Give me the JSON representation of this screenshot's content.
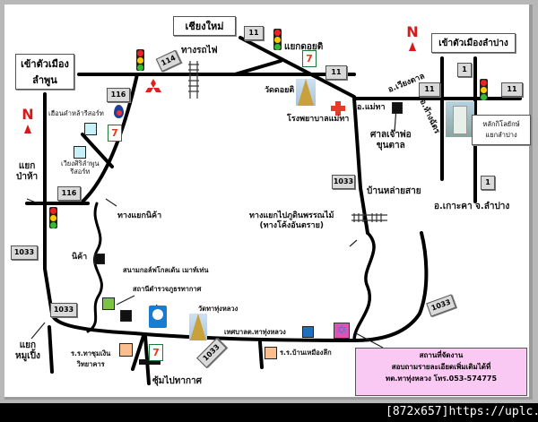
{
  "map": {
    "destinations": {
      "chiang_mai": "เชียงใหม่",
      "lamphun_line1": "เข้าตัวเมือง",
      "lamphun_line2": "ลำพูน",
      "lampang": "เข้าตัวเมืองลำปาง"
    },
    "north_label": "N",
    "routes": {
      "r11_a": "11",
      "r11_b": "11",
      "r11_c": "11",
      "r11_d": "11",
      "r114": "114",
      "r116_a": "116",
      "r116_b": "116",
      "r1033_a": "1033",
      "r1033_b": "1033",
      "r1033_c": "1033",
      "r1033_d": "1033",
      "r1_a": "1",
      "r1_b": "1"
    },
    "labels": {
      "railway": "ทางรถไฟ",
      "khuang_jo": "แยกดอยติ",
      "wat_doi_ti": "วัดดอยติ",
      "mae_tha_hospital": "โรงพยาบาลแม่ทา",
      "wiang_tan": "อ.เวียงตาล",
      "mae_tha_district": "อ.แม่ทา",
      "hang_chat": "อ.ห้างฉัตร",
      "shrine_line1": "ศาลเจ้าพ่อ",
      "shrine_line2": "ขุนตาล",
      "milestone_line1": "หลักกิโลยักษ์",
      "milestone_line2": "แยกลำปาง",
      "ban_lai_sai": "บ้านหล่ายสาย",
      "ko_kha": "อ.เกาะคา จ.ลำปาง",
      "resort1": "เฮือนคำหล้ารีสอร์ท",
      "resort2_line1": "เวียงศิริลำพูน",
      "resort2_line2": "รีสอร์ท",
      "pa_hia_line1": "แยก",
      "pa_hia_line2": "ป่าห้า",
      "nikhom_junction": "ทางแยกนิค้า",
      "nikhom": "นิค้า",
      "phu_din_line1": "ทางแยกไปภูดินพรรณไม้",
      "phu_din_line2": "(ทางโค้งอันตราย)",
      "golf": "สนามกอล์ฟโกลเด้น เมาท์เท่น",
      "weather_station": "สถานีตำรวจภูธรทากาศ",
      "wat_tha_thung_luang": "วัดทาทุ่งหลวง",
      "municipality": "เทศบาลต.ทาทุ่งหลวง",
      "mu_pueng_line1": "แยก",
      "mu_pueng_line2": "หมูเปิ้ง",
      "school1_line1": "ร.ร.ทาชุมเงิน",
      "school1_line2": "วิทยาคาร",
      "school2": "ร.ร.บ้านเหมืองลึก",
      "arch": "ซุ้มไปทากาศ"
    },
    "info_box": {
      "line1": "สถานที่จัดงาน",
      "line2": "สอบถามรายละเอียดเพิ่มเติมได้ที่",
      "line3": "ทต.ทาทุ่งหลวง โทร.053-574775"
    },
    "colors": {
      "road": "#000000",
      "route_shield": "#d9d9d9",
      "info_bg": "#f9c8f3",
      "hospital": "#e53b2a",
      "golf": "#7cc243",
      "school": "#fbbf8f",
      "resort": "#c8f0f8",
      "municipality": "#1f6fc1",
      "venue": "#e052b5"
    }
  },
  "watermark": "[872x657]https://uplc.me/"
}
